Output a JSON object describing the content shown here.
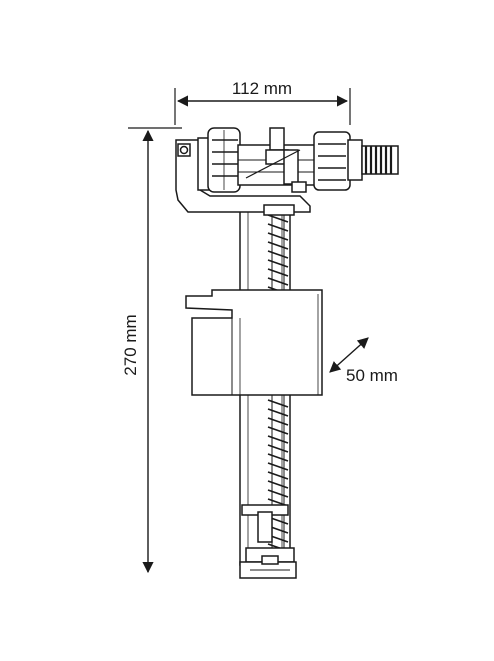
{
  "dimensions": {
    "width_label": "112 mm",
    "height_label": "270 mm",
    "depth_label": "50 mm"
  },
  "colors": {
    "line": "#1a1a1a",
    "fill": "#ffffff",
    "background": "#ffffff"
  }
}
